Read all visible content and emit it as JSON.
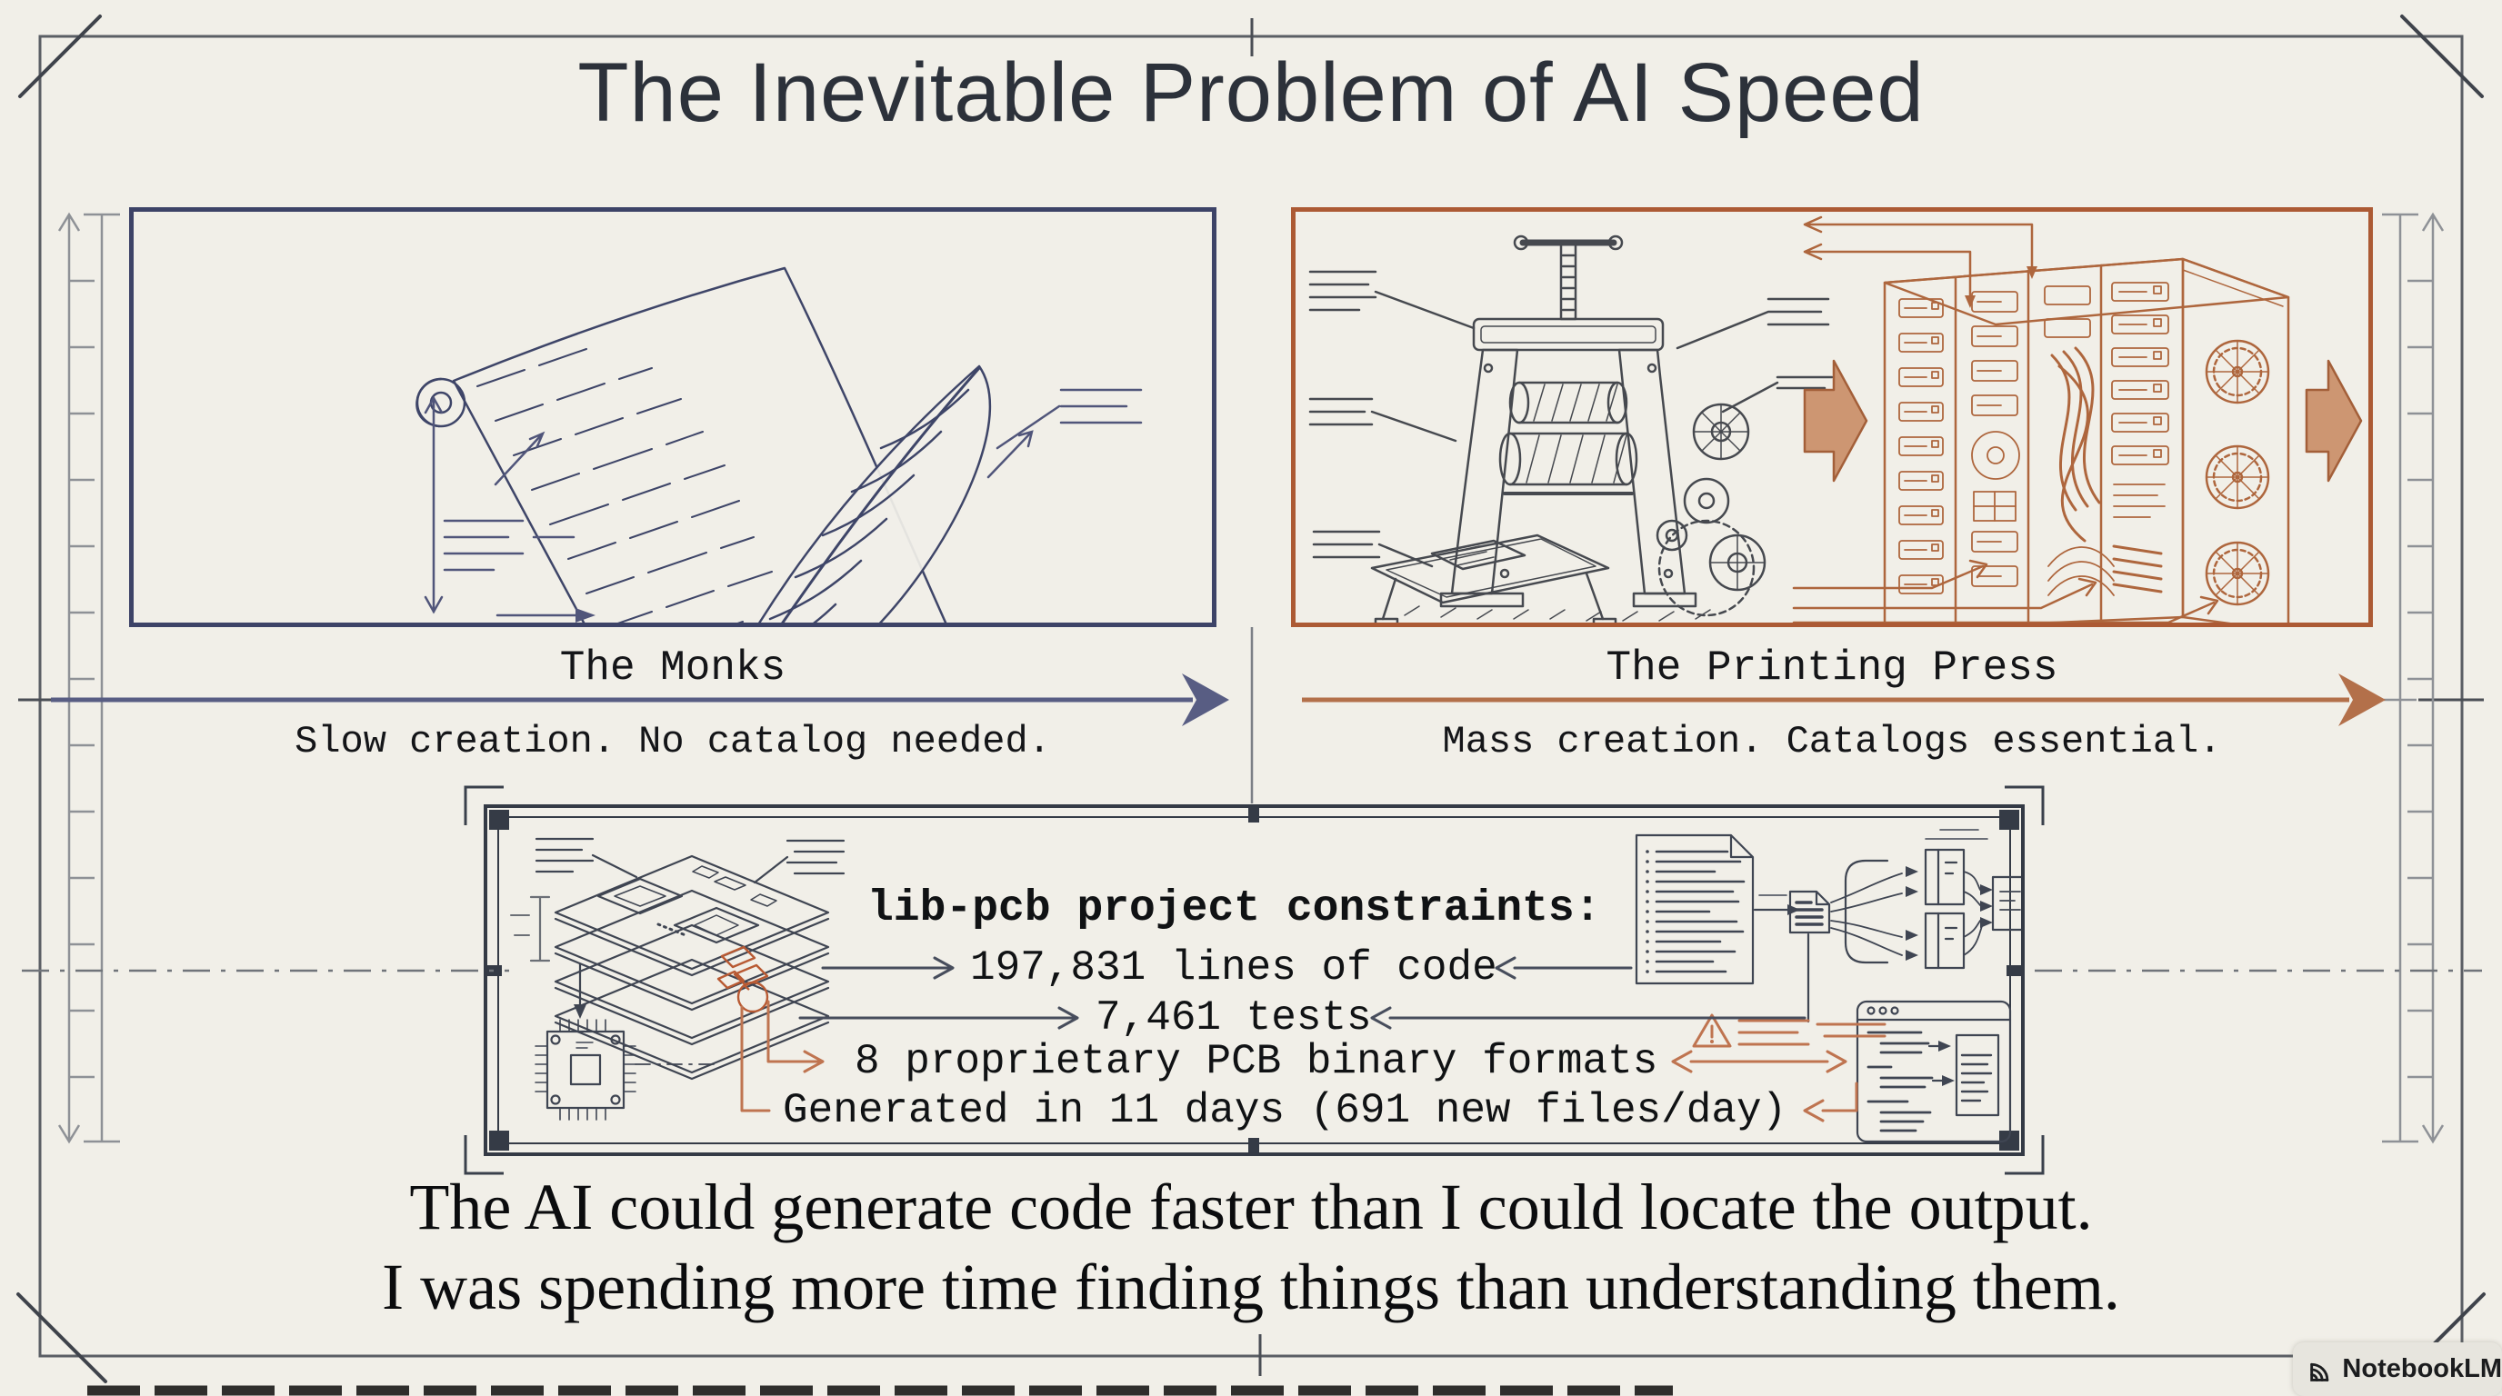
{
  "page": {
    "title": "The Inevitable Problem of AI Speed",
    "watermark": "NotebookLM"
  },
  "panels": {
    "monks": {
      "title": "The Monks",
      "tagline": "Slow creation. No catalog needed."
    },
    "printing_press": {
      "title": "The Printing Press",
      "tagline": "Mass creation. Catalogs essential."
    }
  },
  "constraints": {
    "title": "lib-pcb project constraints:",
    "items": [
      "197,831 lines of code",
      "7,461 tests",
      "8 proprietary PCB binary formats",
      "Generated in 11 days (691 new files/day)"
    ]
  },
  "quote": {
    "line1": "The AI could generate code faster than I could locate the output.",
    "line2": "I was spending more time finding things than understanding them."
  },
  "icons": {
    "left_illustration": "quill-and-scroll",
    "right_illustration": "printing-press-to-server-rack",
    "center_left": "pcb-stack",
    "center_right": "code-doc-flow-and-file-window",
    "alert": "warning-triangle",
    "watermark_logo": "notebooklm-fan"
  },
  "colors": {
    "paper": "#f1efe8",
    "ink": "#2c313a",
    "navy": "#3e4468",
    "rust": "#ad5a34",
    "slate_arrow": "#585d83",
    "orange_arrow": "#b3704a",
    "box_ink": "#3f4552",
    "accent_orange": "#bf7450"
  }
}
